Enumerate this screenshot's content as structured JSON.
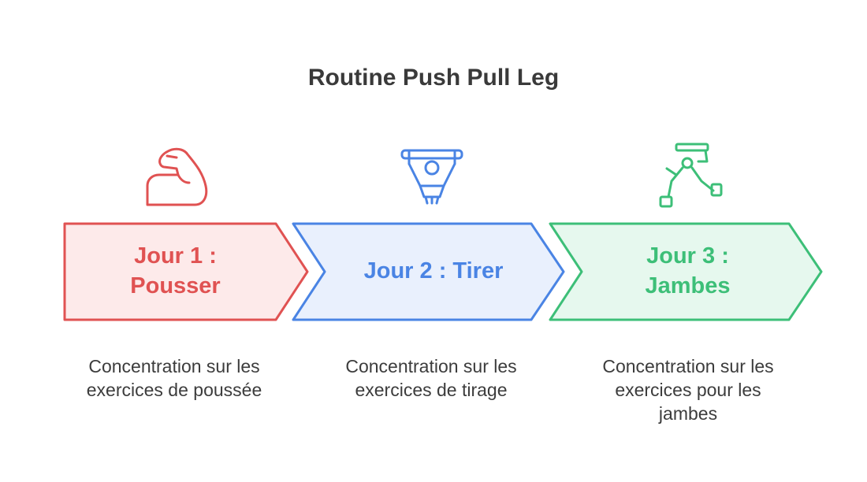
{
  "title": "Routine Push Pull Leg",
  "steps": [
    {
      "label": "Jour 1 : Pousser",
      "description": "Concentration sur les exercices de poussée",
      "icon": "flexed-biceps-icon",
      "stroke_color": "#e05252",
      "fill_color": "#fdeaea"
    },
    {
      "label": "Jour 2 : Tirer",
      "description": "Concentration sur les exercices de tirage",
      "icon": "pull-up-icon",
      "stroke_color": "#4a84e4",
      "fill_color": "#e9f0fd"
    },
    {
      "label": "Jour 3 : Jambes",
      "description": "Concentration sur les exercices pour les jambes",
      "icon": "leg-press-icon",
      "stroke_color": "#3dbf78",
      "fill_color": "#e6f8ee"
    }
  ]
}
